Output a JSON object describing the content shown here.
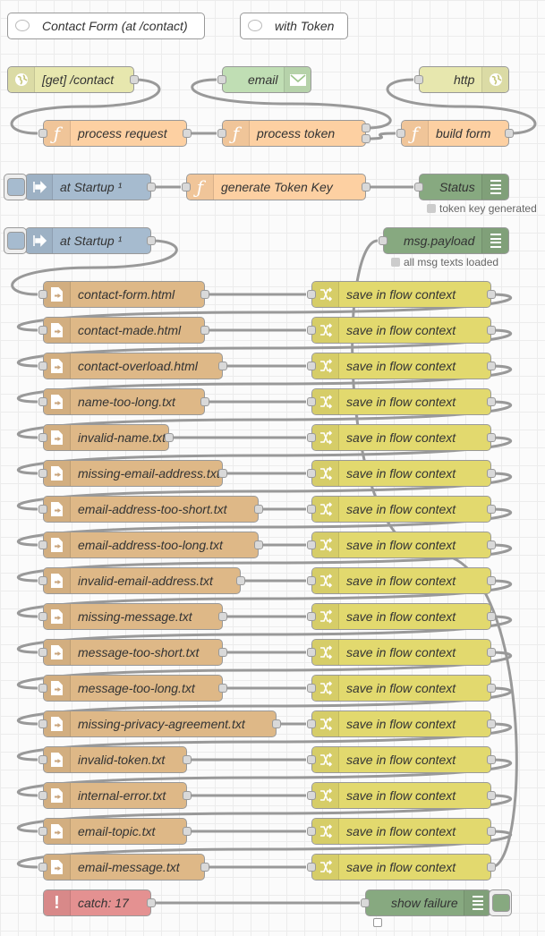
{
  "comments": {
    "contact_form": "Contact Form (at /contact)",
    "with_token": "with Token"
  },
  "nodes": {
    "http_in": "[get] /contact",
    "email": "email",
    "http_response": "http",
    "process_request": "process request",
    "process_token": "process token",
    "build_form": "build form",
    "inject1": "at Startup ¹",
    "generate_key": "generate Token Key",
    "status_debug": "Status",
    "status_text": "token key generated",
    "inject2": "at Startup ¹",
    "msg_payload": "msg.payload",
    "msg_status": "all msg texts loaded",
    "catch": "catch: 17",
    "show_failure": "show failure"
  },
  "files": [
    "contact-form.html",
    "contact-made.html",
    "contact-overload.html",
    "name-too-long.txt",
    "invalid-name.txt",
    "missing-email-address.txt",
    "email-address-too-short.txt",
    "email-address-too-long.txt",
    "invalid-email-address.txt",
    "missing-message.txt",
    "message-too-short.txt",
    "message-too-long.txt",
    "missing-privacy-agreement.txt",
    "invalid-token.txt",
    "internal-error.txt",
    "email-topic.txt",
    "email-message.txt"
  ],
  "change_label": "save in flow context",
  "colors": {
    "function": "#fdd0a2",
    "http": "#e7e7ae",
    "email": "#c0deb4",
    "inject": "#a6bbcf",
    "debug": "#87a980",
    "file": "#deb887",
    "change": "#e2d96e",
    "catch": "#e49191",
    "wire": "#999999"
  }
}
